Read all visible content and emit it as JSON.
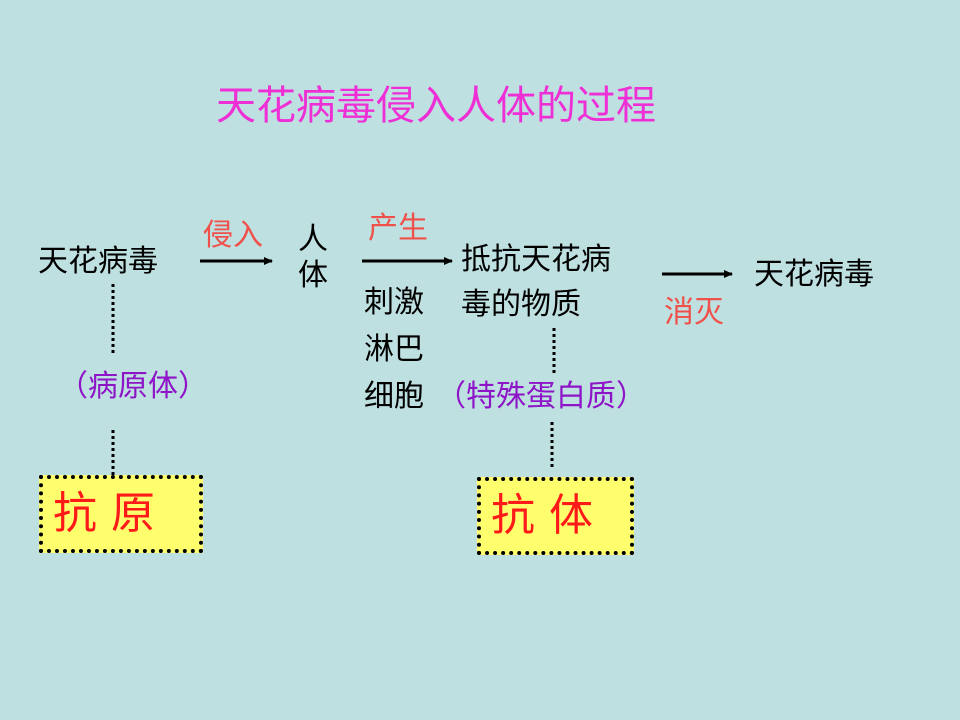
{
  "title": "天花病毒侵入人体的过程",
  "flow": {
    "virus_start": "天花病毒",
    "invade_label": "侵入",
    "human_body": "人体",
    "produce_label": "产生",
    "stimulus_text_1": "刺激",
    "stimulus_text_2": "淋巴",
    "stimulus_text_3": "细胞",
    "resist_substance_line1": "抵抗天花病",
    "resist_substance_line2": "毒的物质",
    "eliminate_label": "消灭",
    "virus_end": "天花病毒"
  },
  "annotations": {
    "pathogen": "（病原体）",
    "special_protein": "（特殊蛋白质）"
  },
  "boxes": {
    "antigen": "抗原",
    "antibody": "抗体"
  },
  "colors": {
    "background": "#bfe0e1",
    "title": "#ee2fd6",
    "label_red": "#f0504a",
    "annotation_purple": "#8d14c7",
    "box_fill": "#ffff6e",
    "box_text": "#ff1a1a"
  }
}
